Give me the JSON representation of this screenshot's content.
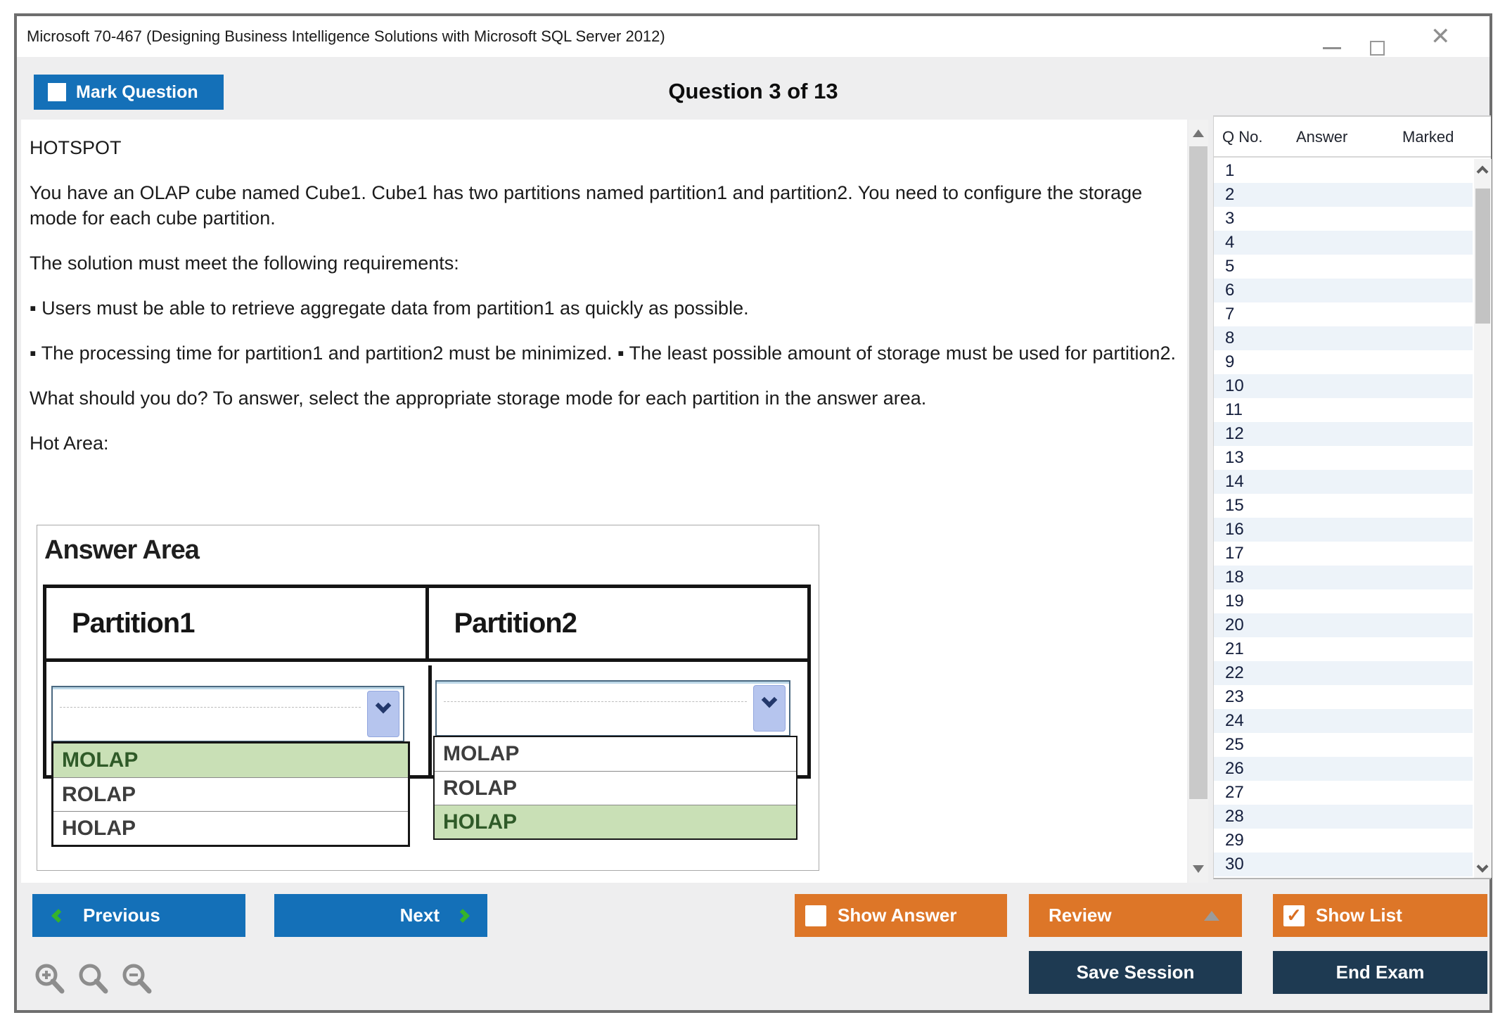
{
  "window": {
    "title": "Microsoft 70-467 (Designing Business Intelligence Solutions with Microsoft SQL Server 2012)"
  },
  "toolbar": {
    "mark_question_label": "Mark Question",
    "question_counter": "Question 3 of 13"
  },
  "question": {
    "paragraphs": [
      "HOTSPOT",
      "You have an OLAP cube named Cube1. Cube1 has two partitions named partition1 and partition2. You need to configure the storage mode for each cube partition.",
      "The solution must meet the following requirements:",
      "▪ Users must be able to retrieve aggregate data from partition1 as quickly as possible.",
      "▪ The processing time for partition1 and partition2 must be minimized. ▪ The least possible amount of storage must be used for partition2.",
      "What should you do? To answer, select the appropriate storage mode for each partition in the answer area.",
      "Hot Area:"
    ]
  },
  "answer_area": {
    "title": "Answer Area",
    "columns": [
      {
        "header": "Partition1",
        "options": [
          "MOLAP",
          "ROLAP",
          "HOLAP"
        ],
        "selected": "MOLAP"
      },
      {
        "header": "Partition2",
        "options": [
          "MOLAP",
          "ROLAP",
          "HOLAP"
        ],
        "selected": "HOLAP"
      }
    ]
  },
  "sidebar": {
    "headers": [
      "Q No.",
      "Answer",
      "Marked"
    ],
    "rows": [
      1,
      2,
      3,
      4,
      5,
      6,
      7,
      8,
      9,
      10,
      11,
      12,
      13,
      14,
      15,
      16,
      17,
      18,
      19,
      20,
      21,
      22,
      23,
      24,
      25,
      26,
      27,
      28,
      29,
      30
    ]
  },
  "footer": {
    "previous": "Previous",
    "next": "Next",
    "show_answer": "Show Answer",
    "review": "Review",
    "show_list": "Show List",
    "save_session": "Save Session",
    "end_exam": "End Exam"
  },
  "icons": {
    "close": "✕",
    "checkmark": "✓"
  },
  "colors": {
    "accent_blue": "#1470b8",
    "accent_orange": "#dd7628",
    "accent_navy": "#1e3a52",
    "accent_green": "#35b32a",
    "selected_option_bg": "#c9e0b6"
  }
}
